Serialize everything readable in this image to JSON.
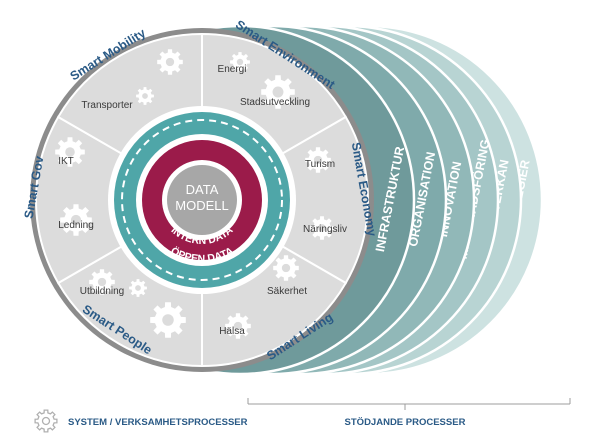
{
  "colors": {
    "segment_fill": "#dcdcdc",
    "segment_stroke": "#ffffff",
    "outer_ring": "#8c8c8c",
    "teal": "#4fa6a8",
    "maroon": "#9b1b4a",
    "center_grey": "#a7a7a7",
    "dark_blue": "#2a5a86",
    "gear": "#ffffff"
  },
  "center": {
    "line1": "DATA",
    "line2": "MODELL",
    "inner_ring_label": "INTERN DATA",
    "outer_ring_label": "ÖPPEN DATA"
  },
  "sectors": [
    {
      "title": "Smart Mobility",
      "items": [
        "Transporter"
      ]
    },
    {
      "title": "Smart Environment",
      "items": [
        "Energi",
        "Stadsutveckling"
      ]
    },
    {
      "title": "Smart Economy",
      "items": [
        "Turism",
        "Näringsliv"
      ]
    },
    {
      "title": "Smart Living",
      "items": [
        "Säkerhet",
        "Hälsa"
      ]
    },
    {
      "title": "Smart People",
      "items": [
        "Utbildning"
      ]
    },
    {
      "title": "Smart Gov",
      "items": [
        "IKT",
        "Ledning"
      ]
    }
  ],
  "supporting_layers": [
    {
      "label": "INFRASTRUKTUR",
      "color": "#6f9a9b"
    },
    {
      "label": "ORGANISATION",
      "color": "#7faaab"
    },
    {
      "label": "INNOVATION",
      "color": "#91b8b8"
    },
    {
      "label": "MARKNADSFÖRING",
      "color": "#a4c6c6"
    },
    {
      "label": "SAMVERKAN",
      "color": "#b8d4d3"
    },
    {
      "label": "STRATEGIER",
      "color": "#cde2e1"
    }
  ],
  "legend": {
    "left_label": "SYSTEM / VERKSAMHETSPROCESSER",
    "right_label": "STÖDJANDE PROCESSER",
    "gear_icon": "gear-icon"
  }
}
